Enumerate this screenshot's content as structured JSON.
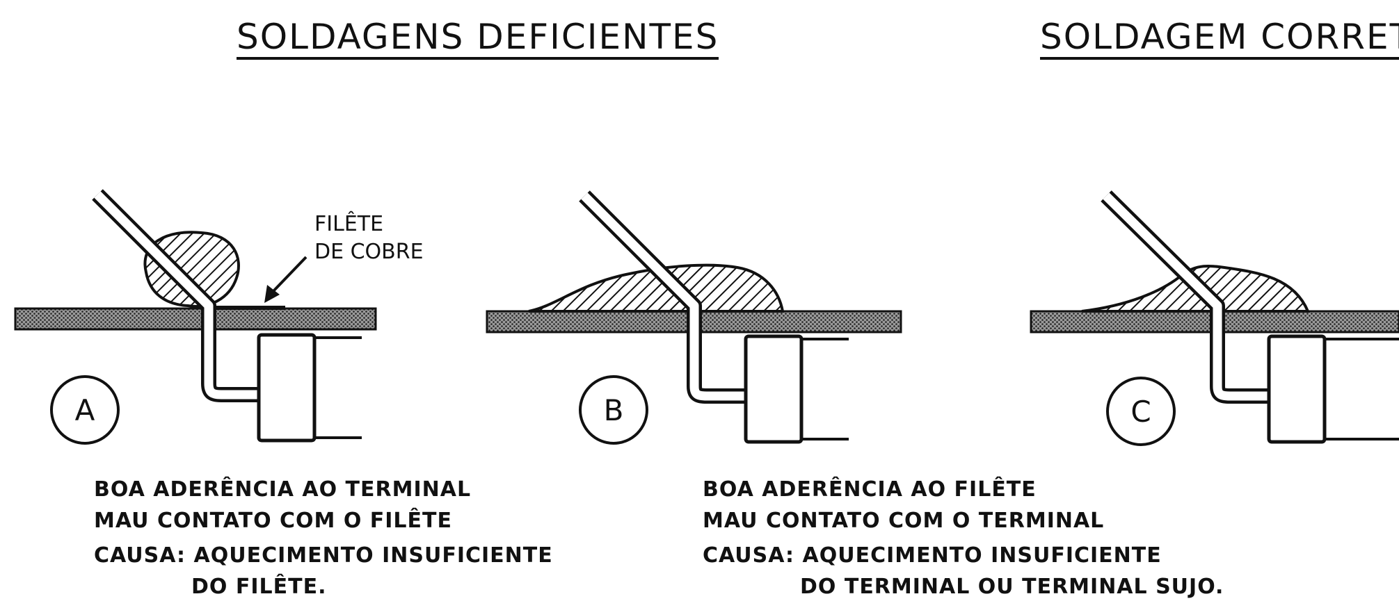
{
  "headings": {
    "deficient": "SOLDAGENS  DEFICIENTES",
    "correct": "SOLDAGEM  CORRETA"
  },
  "panels": [
    {
      "letter": "A"
    },
    {
      "letter": "B"
    },
    {
      "letter": "C"
    }
  ],
  "annotations": {
    "copper_fillet_line1": "FILÊTE",
    "copper_fillet_line2": "DE  COBRE"
  },
  "notes": {
    "a": {
      "line1": "BOA  ADERÊNCIA  AO  TERMINAL",
      "line2": "MAU  CONTATO  COM  O  FILÊTE",
      "line3": "CAUSA: AQUECIMENTO  INSUFICIENTE",
      "line4": "DO  FILÊTE."
    },
    "b": {
      "line1": "BOA  ADERÊNCIA  AO  FILÊTE",
      "line2": "MAU  CONTATO  COM  O  TERMINAL",
      "line3": "CAUSA: AQUECIMENTO  INSUFICIENTE",
      "line4": "DO  TERMINAL  OU  TERMINAL  SUJO."
    }
  },
  "colors": {
    "ink": "#111111",
    "board_fill": "#888888",
    "background": "#ffffff"
  }
}
